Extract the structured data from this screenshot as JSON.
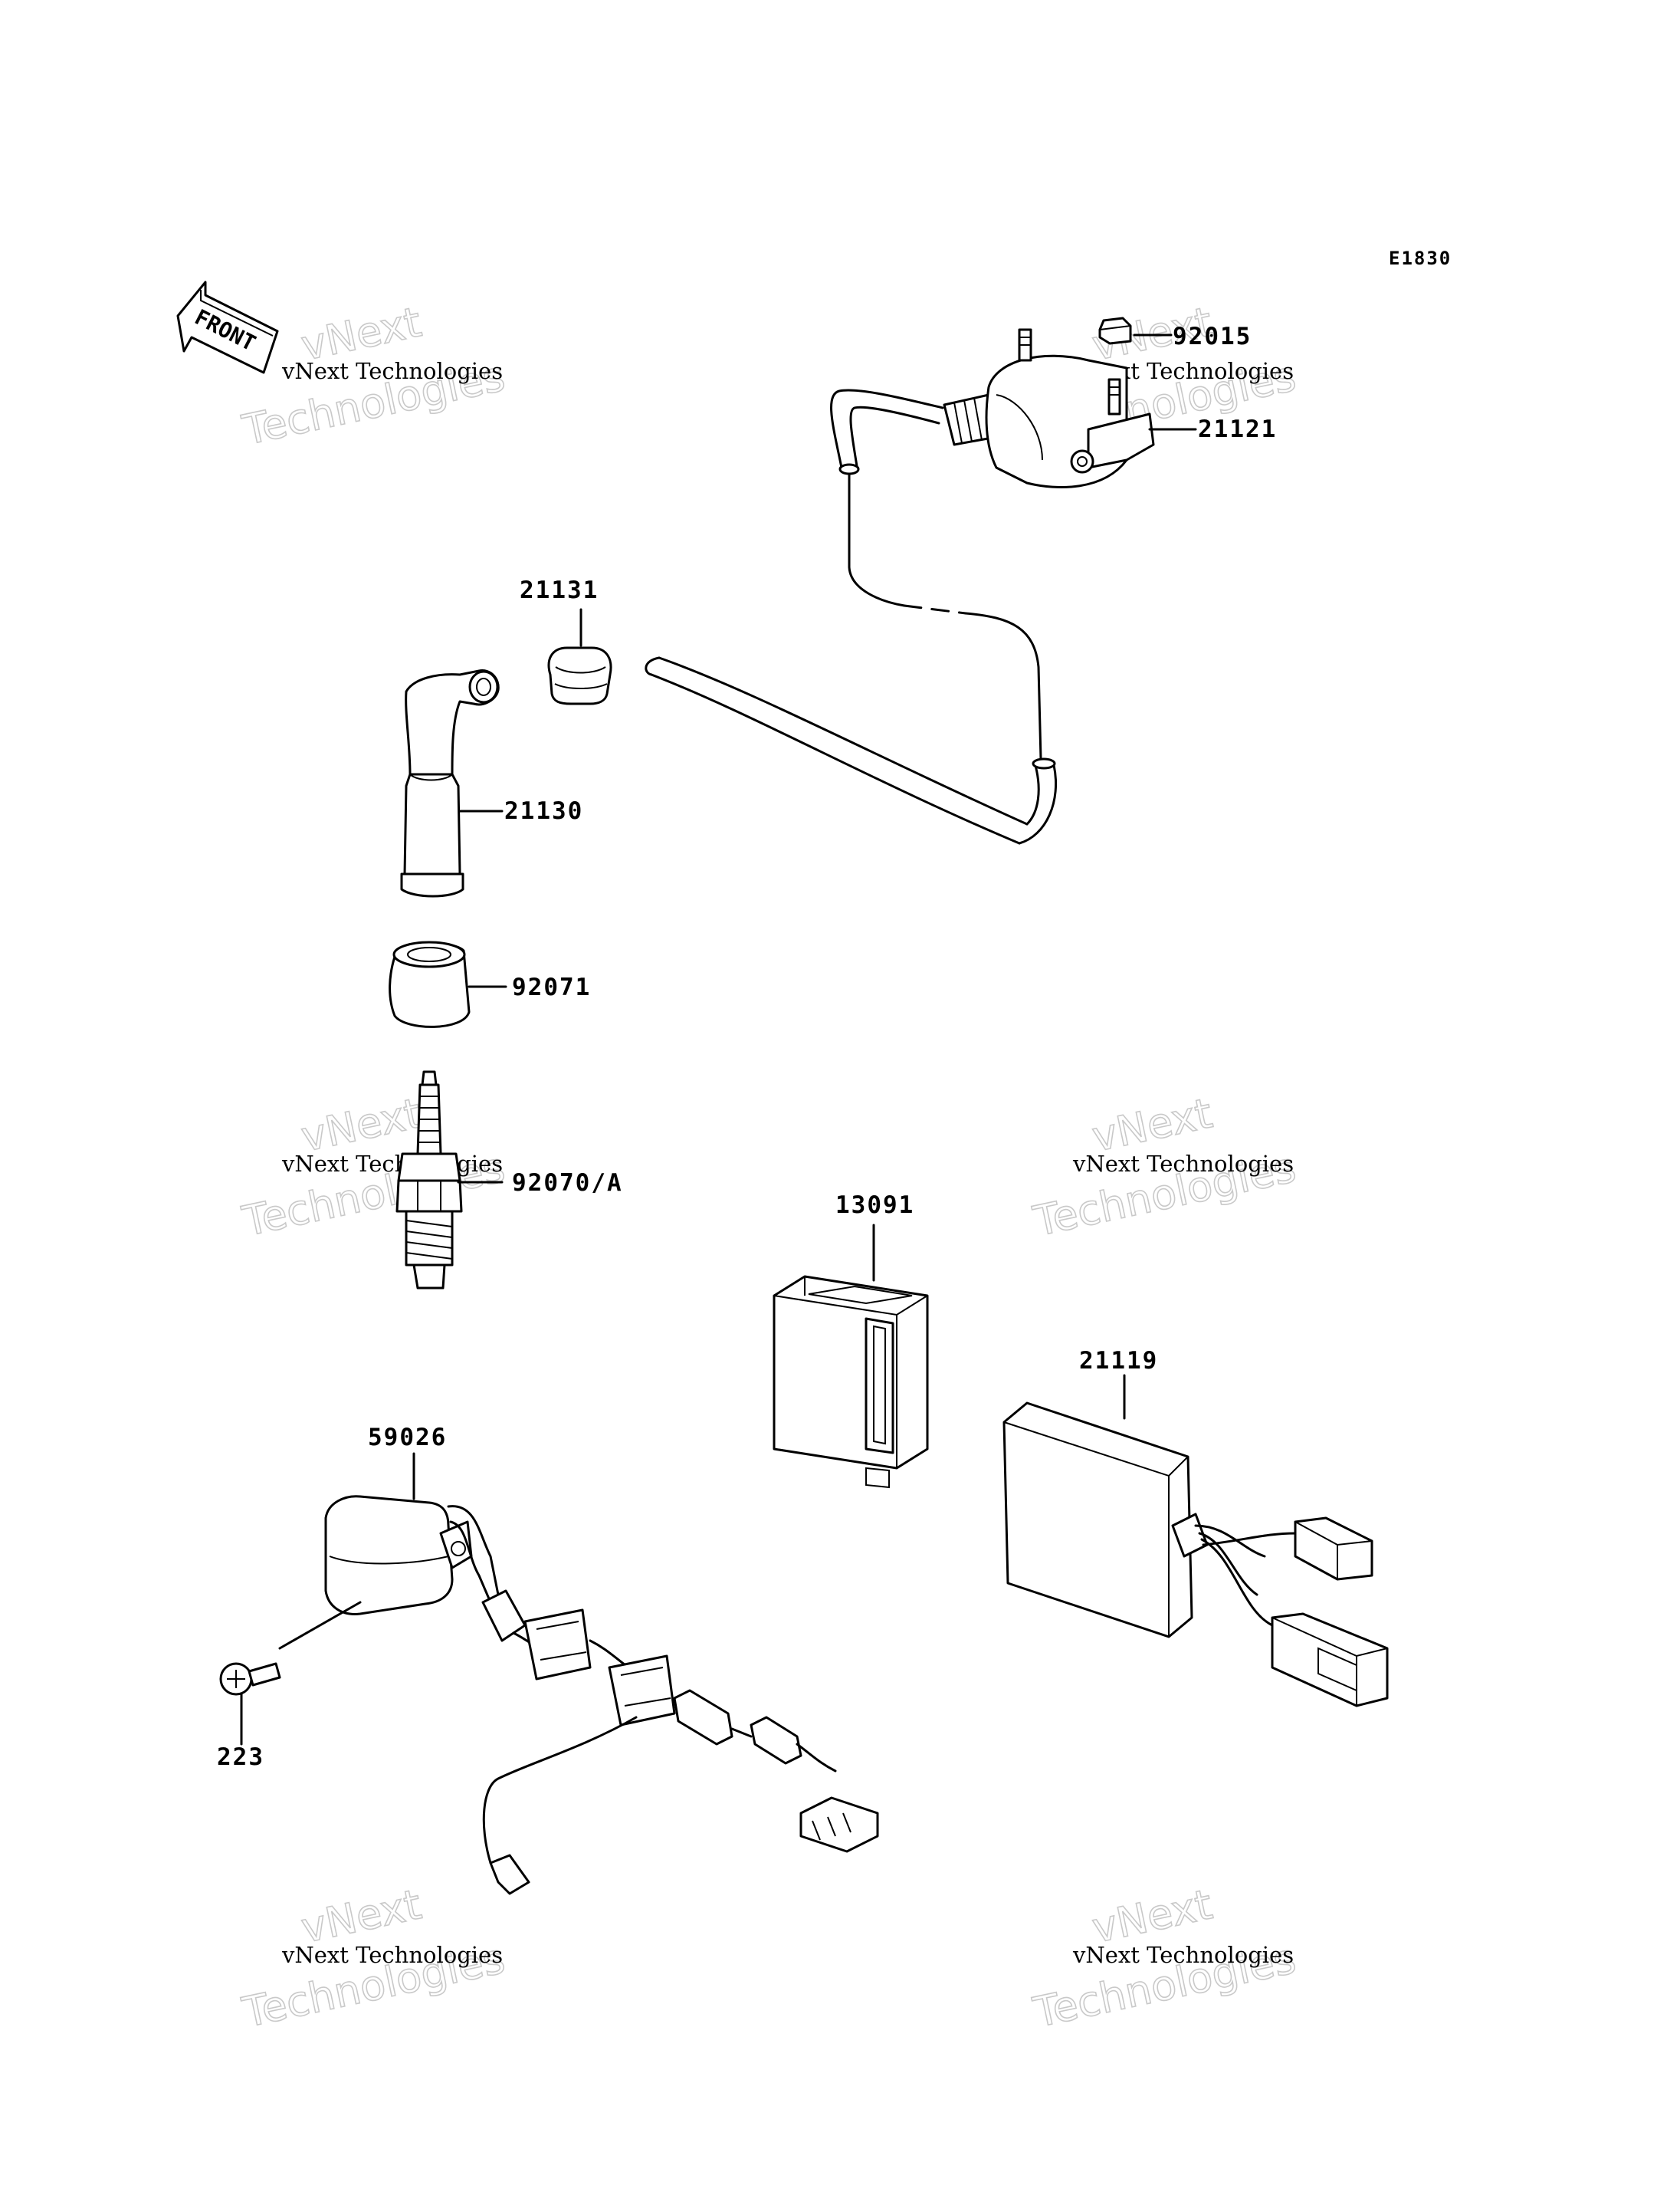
{
  "diagram": {
    "code": "E1830",
    "front_label": "FRONT",
    "watermark": {
      "line1": "vNext Technologies",
      "line2a": "vNext",
      "line2b": "Technologies"
    },
    "parts": [
      {
        "id": "p92015",
        "number": "92015"
      },
      {
        "id": "p21121",
        "number": "21121"
      },
      {
        "id": "p21131",
        "number": "21131"
      },
      {
        "id": "p21130",
        "number": "21130"
      },
      {
        "id": "p92071",
        "number": "92071"
      },
      {
        "id": "p92070",
        "number": "92070/A"
      },
      {
        "id": "p13091",
        "number": "13091"
      },
      {
        "id": "p21119",
        "number": "21119"
      },
      {
        "id": "p59026",
        "number": "59026"
      },
      {
        "id": "p223",
        "number": "223"
      }
    ]
  }
}
